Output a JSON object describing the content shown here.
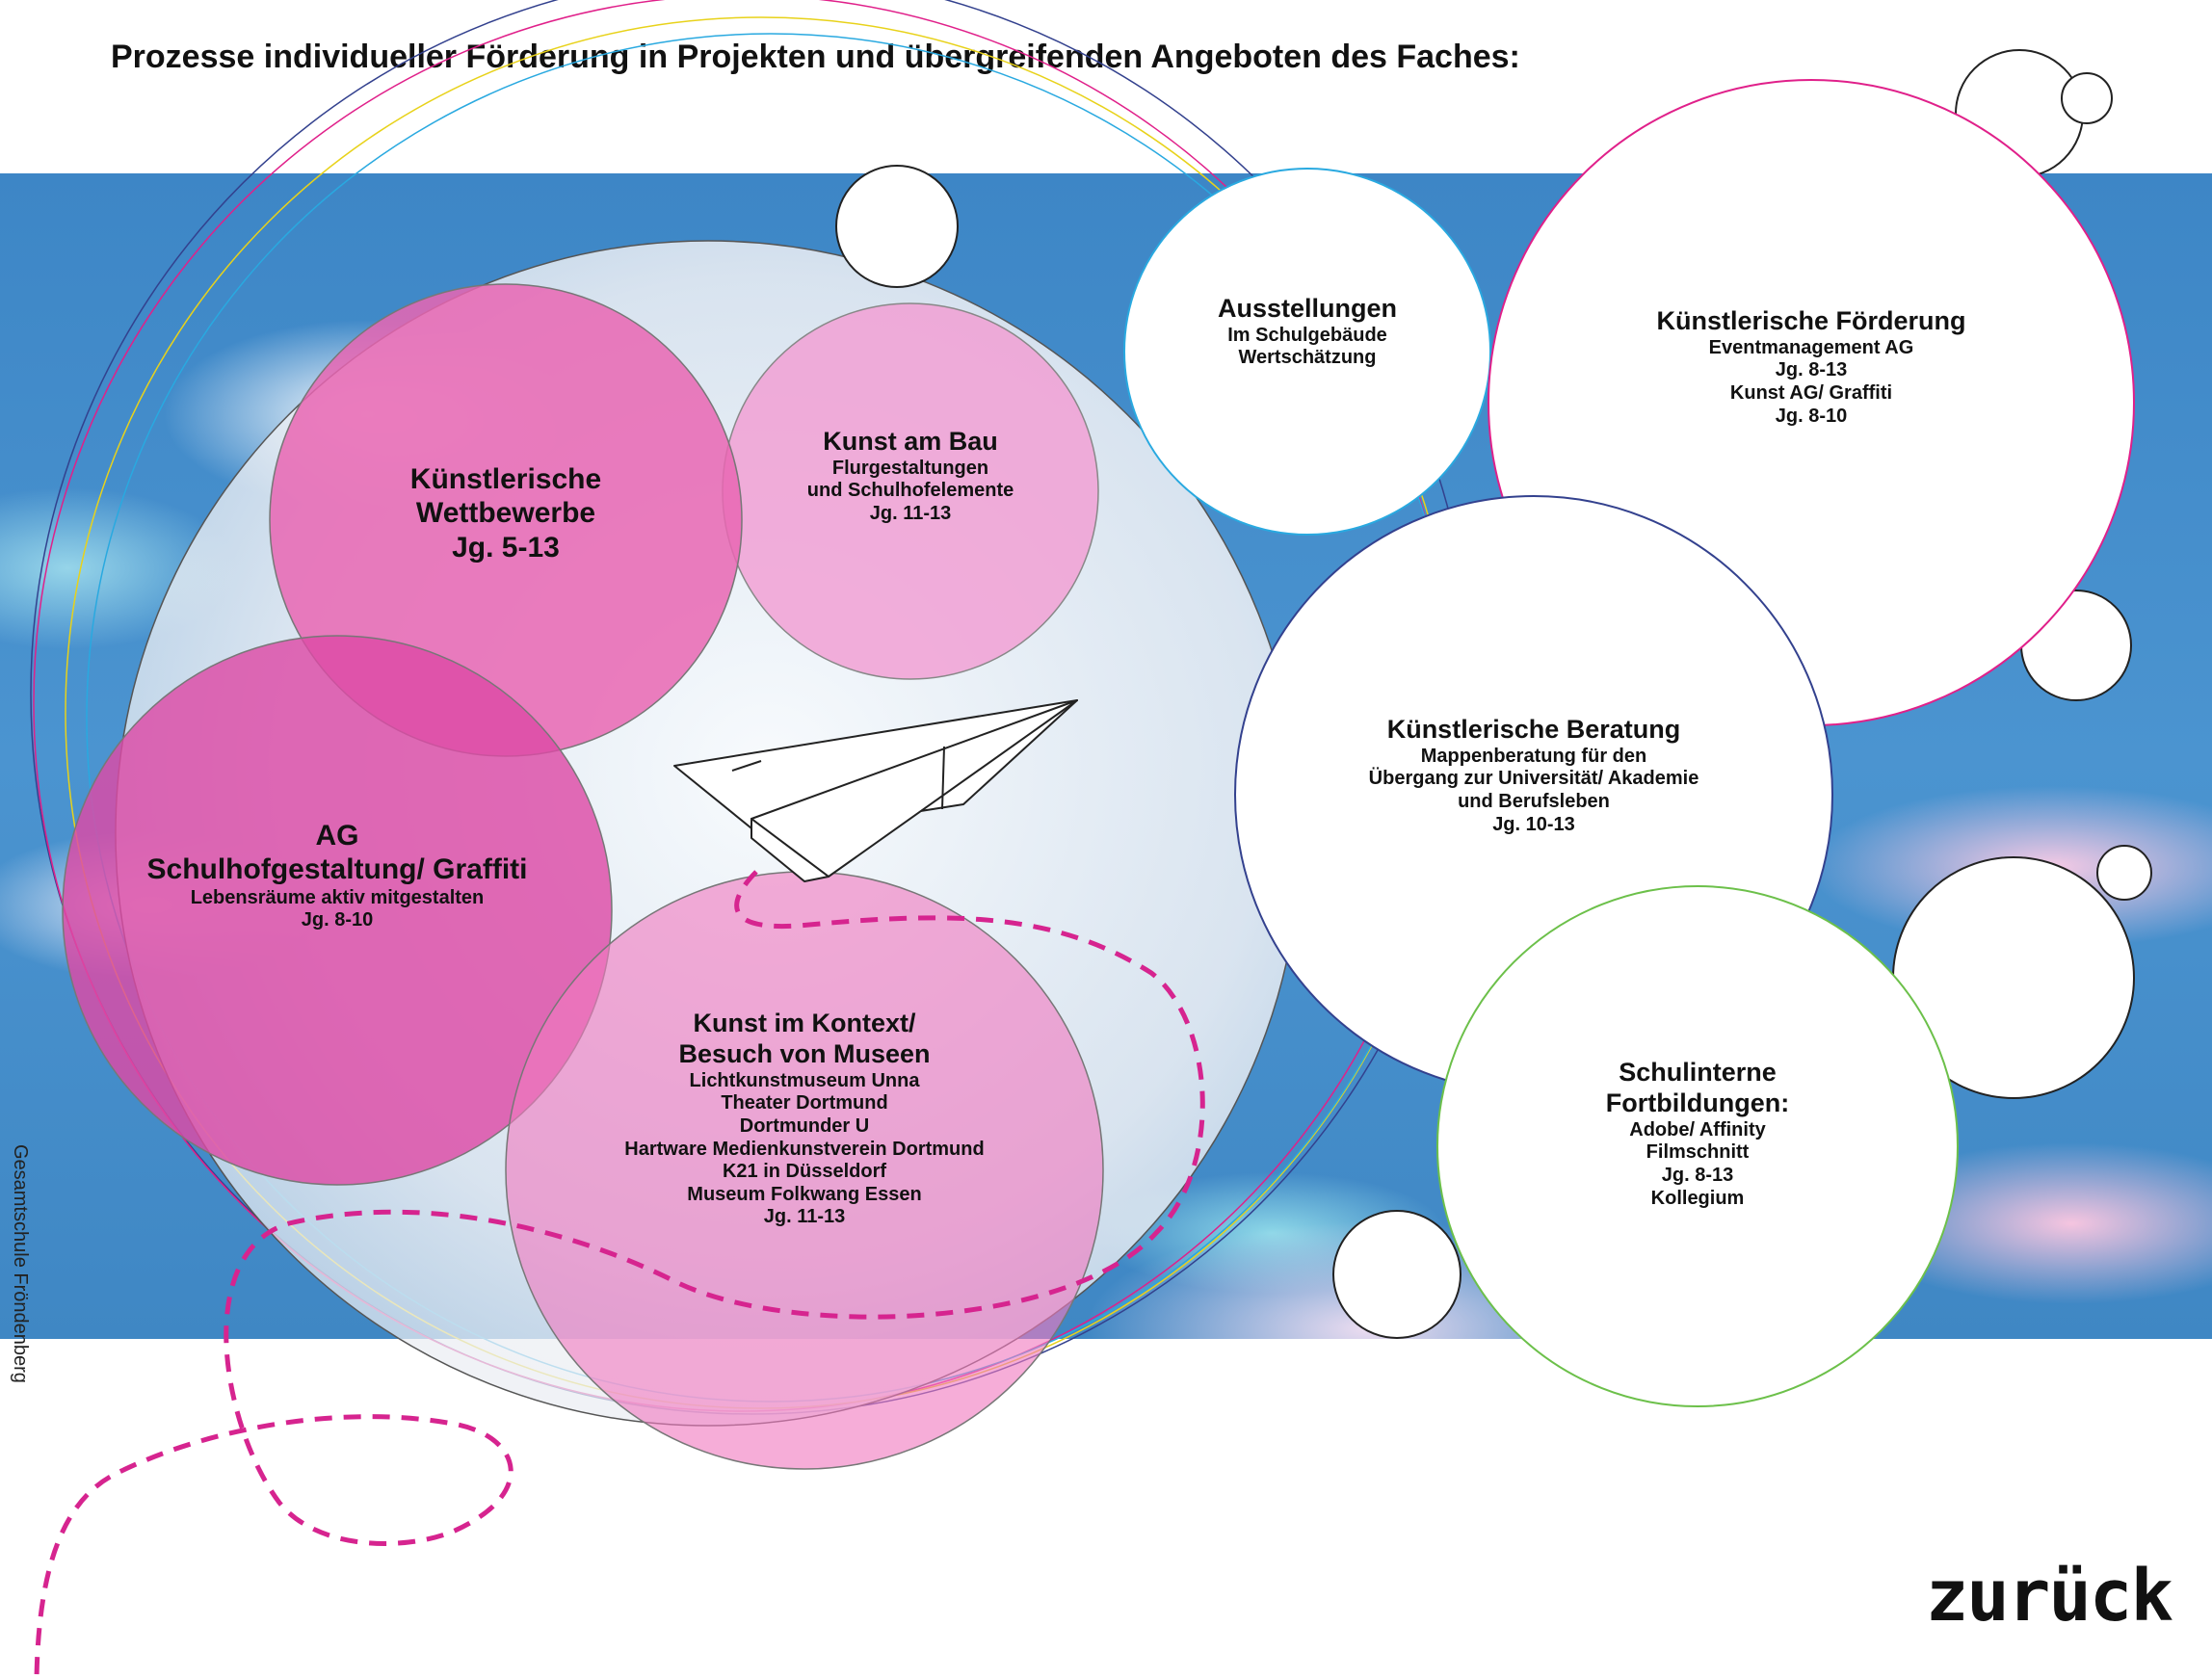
{
  "title": "Prozesse individueller Förderung in Projekten und übergreifenden Angeboten des Faches:",
  "side_label": "Gesamtschule Fröndenberg",
  "back_label": "zurück",
  "colors": {
    "magenta": "#d6248f",
    "pink": "#f06ab8",
    "light_pink": "#f4a6d6",
    "sky": "#4b94d0"
  },
  "bubbles": {
    "wettbewerbe": {
      "line1": "Künstlerische",
      "line2": "Wettbewerbe",
      "line3": "Jg. 5-13"
    },
    "kunst_am_bau": {
      "heading": "Kunst am Bau",
      "line1": "Flurgestaltungen",
      "line2": "und Schulhofelemente",
      "line3": "Jg. 11-13"
    },
    "ag": {
      "heading1": "AG",
      "heading2": "Schulhofgestaltung/ Graffiti",
      "line1": "Lebensräume aktiv mitgestalten",
      "line2": "Jg. 8-10"
    },
    "kontext": {
      "heading1": "Kunst im Kontext/",
      "heading2": "Besuch von Museen",
      "items": [
        "Lichtkunstmuseum Unna",
        "Theater Dortmund",
        "Dortmunder U",
        "Hartware Medienkunstverein Dortmund",
        "K21 in Düsseldorf",
        "Museum Folkwang Essen",
        "Jg. 11-13"
      ]
    },
    "ausstellungen": {
      "heading": "Ausstellungen",
      "line1": "Im Schulgebäude",
      "line2": "Wertschätzung"
    },
    "foerderung": {
      "heading": "Künstlerische Förderung",
      "lines": [
        "Eventmanagement AG",
        "Jg. 8-13",
        "Kunst AG/ Graffiti",
        "Jg. 8-10"
      ]
    },
    "beratung": {
      "heading": "Künstlerische Beratung",
      "lines": [
        "Mappenberatung für den",
        "Übergang zur Universität/ Akademie",
        "und Berufsleben",
        "Jg. 10-13"
      ]
    },
    "fortbildung": {
      "heading1": "Schulinterne",
      "heading2": "Fortbildungen:",
      "lines": [
        "Adobe/ Affinity",
        "Filmschnitt",
        "Jg. 8-13",
        "Kollegium"
      ]
    }
  }
}
